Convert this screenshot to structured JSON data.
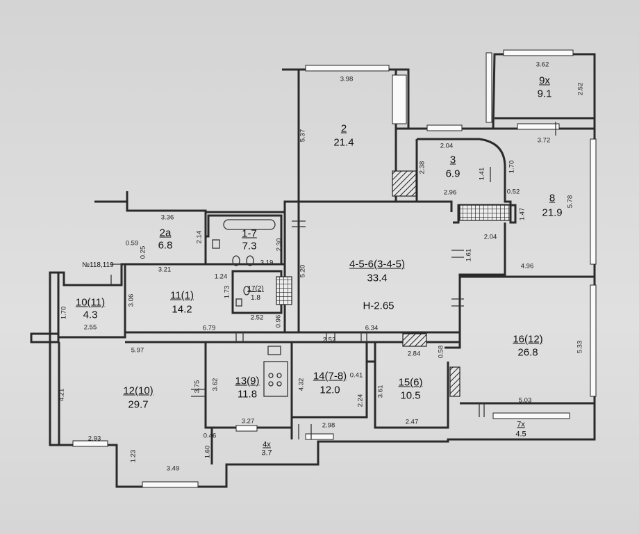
{
  "plan": {
    "rooms": [
      {
        "id": "r9x",
        "number": "9х",
        "area": "9.1"
      },
      {
        "id": "r2",
        "number": "2",
        "area": "21.4"
      },
      {
        "id": "r3",
        "number": "3",
        "area": "6.9"
      },
      {
        "id": "r8",
        "number": "8",
        "area": "21.9"
      },
      {
        "id": "r2a",
        "number": "2а",
        "area": "6.8"
      },
      {
        "id": "r1-7",
        "number": "1-7",
        "area": "7.3"
      },
      {
        "id": "r4-5-6",
        "number": "4-5-6(3-4-5)",
        "area": "33.4"
      },
      {
        "id": "r17",
        "number": "17(2)",
        "area": "1.8"
      },
      {
        "id": "r11",
        "number": "11(1)",
        "area": "14.2"
      },
      {
        "id": "r10",
        "number": "10(11)",
        "area": "4.3"
      },
      {
        "id": "r16",
        "number": "16(12)",
        "area": "26.8"
      },
      {
        "id": "r12",
        "number": "12(10)",
        "area": "29.7"
      },
      {
        "id": "r13",
        "number": "13(9)",
        "area": "11.8"
      },
      {
        "id": "r14",
        "number": "14(7-8)",
        "area": "12.0"
      },
      {
        "id": "r15",
        "number": "15(6)",
        "area": "10.5"
      },
      {
        "id": "r7x",
        "number": "7х",
        "area": "4.5"
      },
      {
        "id": "r4x",
        "number": "4х",
        "area": "3.7"
      }
    ],
    "ceiling_height": "Н-2.65",
    "building_note": "№118,119",
    "dimensions": [
      "3.62",
      "2.52",
      "3.98",
      "5.37",
      "2.04",
      "3.72",
      "2.38",
      "1.41",
      "1.70",
      "2.96",
      "0.52",
      "1.47",
      "5.78",
      "3.36",
      "2.14",
      "0.59",
      "0.25",
      "2.30",
      "3.19",
      "5.20",
      "2.04",
      "1.61",
      "4.96",
      "3.21",
      "1.24",
      "1.73",
      "3.06",
      "1.70",
      "2.55",
      "2.52",
      "0.96",
      "6.79",
      "6.34",
      "2.52",
      "2.84",
      "0.58",
      "5.33",
      "5.97",
      "3.75",
      "3.62",
      "4.32",
      "0.41",
      "3.61",
      "2.24",
      "4.21",
      "3.27",
      "2.98",
      "2.47",
      "5.03",
      "0.46",
      "2.93",
      "1.23",
      "1.60",
      "3.49"
    ]
  }
}
